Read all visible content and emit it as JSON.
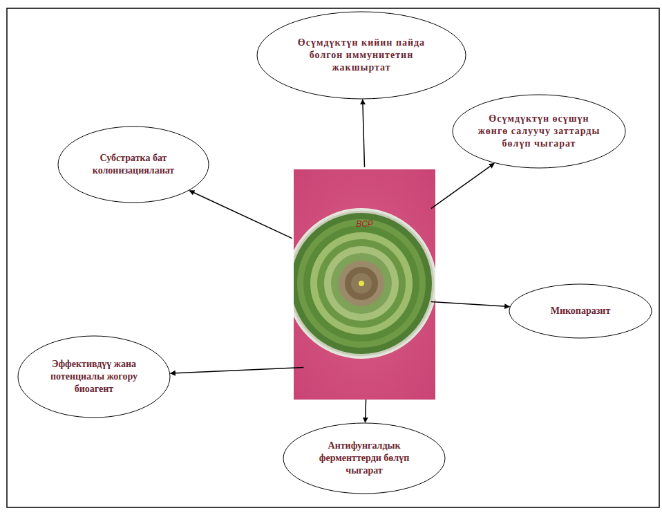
{
  "diagram": {
    "nodes": [
      {
        "text": [
          "Өсүмдүктүн кийин пайда болгон иммунитетин жакшыртат"
        ]
      },
      {
        "text": [
          "Субстратка бат колонизацияланат"
        ]
      },
      {
        "text": [
          "Өсүмдүктүн өсүшүн жөнгө салуучу заттарды бөлүп чыгарат"
        ]
      },
      {
        "text": [
          "BCP"
        ]
      },
      {
        "text": [
          "Микопаразит"
        ]
      },
      {
        "text": [
          "Эффективдүү жана потенциалы жогору биоагент"
        ]
      },
      {
        "text": [
          "Антифунгалдык ферменттерди бөлүп чыгарат"
        ]
      }
    ],
    "edges": [
      {
        "from": 3,
        "to": 0,
        "arrow": "to"
      },
      {
        "from": 3,
        "to": 1,
        "arrow": "to"
      },
      {
        "from": 3,
        "to": 2,
        "arrow": "to"
      },
      {
        "from": 3,
        "to": 4,
        "arrow": "to"
      },
      {
        "from": 3,
        "to": 5,
        "arrow": "to"
      },
      {
        "from": 3,
        "to": 6,
        "arrow": "to"
      }
    ]
  }
}
